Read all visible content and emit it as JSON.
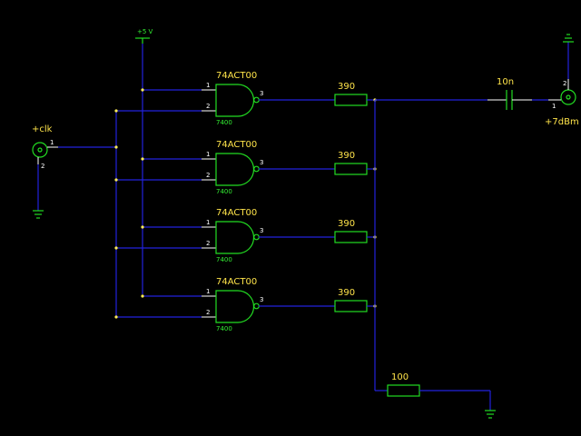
{
  "vcc_label": "+5 V",
  "clk_label": "+clk",
  "out_label": "+7dBm",
  "cap_label": "10n",
  "load_label": "100",
  "gates": [
    {
      "part": "74ACT00",
      "pkg": "7400",
      "res": "390",
      "pin_in1": "1",
      "pin_in2": "2",
      "pin_out": "3"
    },
    {
      "part": "74ACT00",
      "pkg": "7400",
      "res": "390",
      "pin_in1": "1",
      "pin_in2": "2",
      "pin_out": "3"
    },
    {
      "part": "74ACT00",
      "pkg": "7400",
      "res": "390",
      "pin_in1": "1",
      "pin_in2": "2",
      "pin_out": "3"
    },
    {
      "part": "74ACT00",
      "pkg": "7400",
      "res": "390",
      "pin_in1": "1",
      "pin_in2": "2",
      "pin_out": "3"
    }
  ],
  "clk_pins": {
    "p1": "1",
    "p2": "2"
  },
  "out_pins": {
    "p1": "1",
    "p2": "2"
  },
  "colors": {
    "wire": "#2222dd",
    "component": "#22dd22",
    "label": "#ffe44a",
    "junction": "#ffee55"
  }
}
